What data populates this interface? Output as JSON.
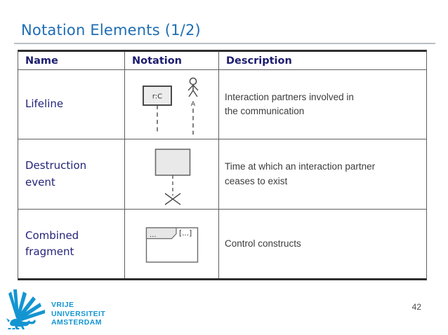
{
  "title": "Notation Elements (1/2)",
  "page_number": "42",
  "table": {
    "headers": {
      "name": "Name",
      "notation": "Notation",
      "description": "Description"
    },
    "rows": [
      {
        "name": "Lifeline",
        "desc_lines": [
          "Interaction partners involved in",
          "the communication"
        ],
        "notation": {
          "type": "lifeline",
          "box_label": "r:C",
          "actor_label": "A"
        }
      },
      {
        "name": "Destruction event",
        "desc_lines": [
          "Time at which an interaction partner",
          "ceases to exist"
        ],
        "notation": {
          "type": "destruction-event"
        }
      },
      {
        "name": "Combined fragment",
        "desc_lines": [
          "Control constructs"
        ],
        "notation": {
          "type": "combined-fragment",
          "operator": "...",
          "guard": "[...]"
        }
      }
    ]
  },
  "footer": {
    "logo_text": [
      "VRIJE",
      "UNIVERSITEIT",
      "AMSTERDAM"
    ]
  },
  "colors": {
    "title_blue": "#1e6db3",
    "header_navy": "#1c1c70",
    "name_navy": "#23237b",
    "description_gray": "#3c3c3c",
    "logo_blue": "#1495d2",
    "shape_fill": "#e9e9e9",
    "border_dark": "#2e2e2e"
  }
}
